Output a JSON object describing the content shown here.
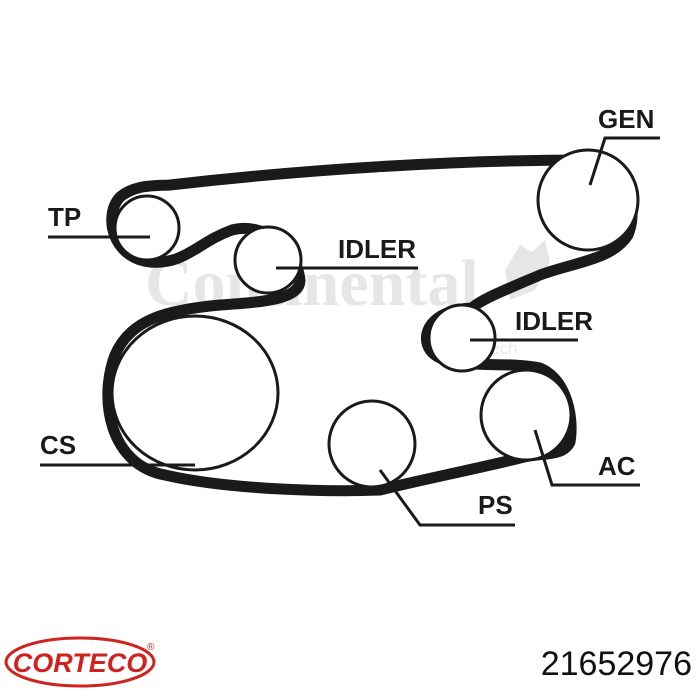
{
  "diagram": {
    "labels": {
      "gen": "GEN",
      "tp": "TP",
      "idler_upper": "IDLER",
      "idler_lower": "IDLER",
      "cs": "CS",
      "ps": "PS",
      "ac": "AC"
    },
    "watermark": {
      "brand": "Continental",
      "sub": "ContiTech"
    },
    "colors": {
      "belt": "#1a1a1a",
      "line": "#1a1a1a",
      "watermark": "#e6e6e6"
    }
  },
  "footer": {
    "brand_logo": "CORTECO",
    "registered_mark": "®",
    "brand_color": "#d0231f",
    "part_number": "21652976"
  }
}
